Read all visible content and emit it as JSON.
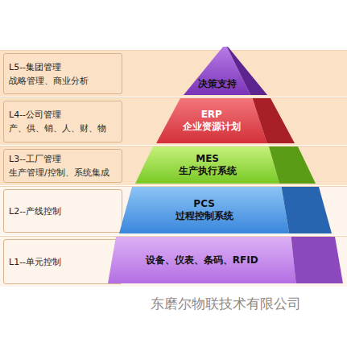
{
  "diagram": {
    "nodes": [
      {
        "text": [
          "L5--集团管理",
          "战略管理、商业分析"
        ]
      },
      {
        "text": [
          "L4--公司管理",
          "产、供、销、人、财、物"
        ]
      },
      {
        "text": [
          "L3--工厂管理",
          "生产管理/控制、系统集成"
        ]
      },
      {
        "text": [
          "L2--产线控制"
        ]
      },
      {
        "text": [
          "L1--单元控制"
        ]
      },
      {
        "text": [
          "决策支持"
        ]
      },
      {
        "text": [
          "ERP",
          "企业资源计划"
        ]
      },
      {
        "text": [
          "MES",
          "生产执行系统"
        ]
      },
      {
        "text": [
          "PCS",
          "过程控制系统"
        ]
      },
      {
        "text": [
          "设备、仪表、条码、RFID"
        ]
      }
    ],
    "labels": [
      "东磨尔物联技术有限公司"
    ]
  }
}
